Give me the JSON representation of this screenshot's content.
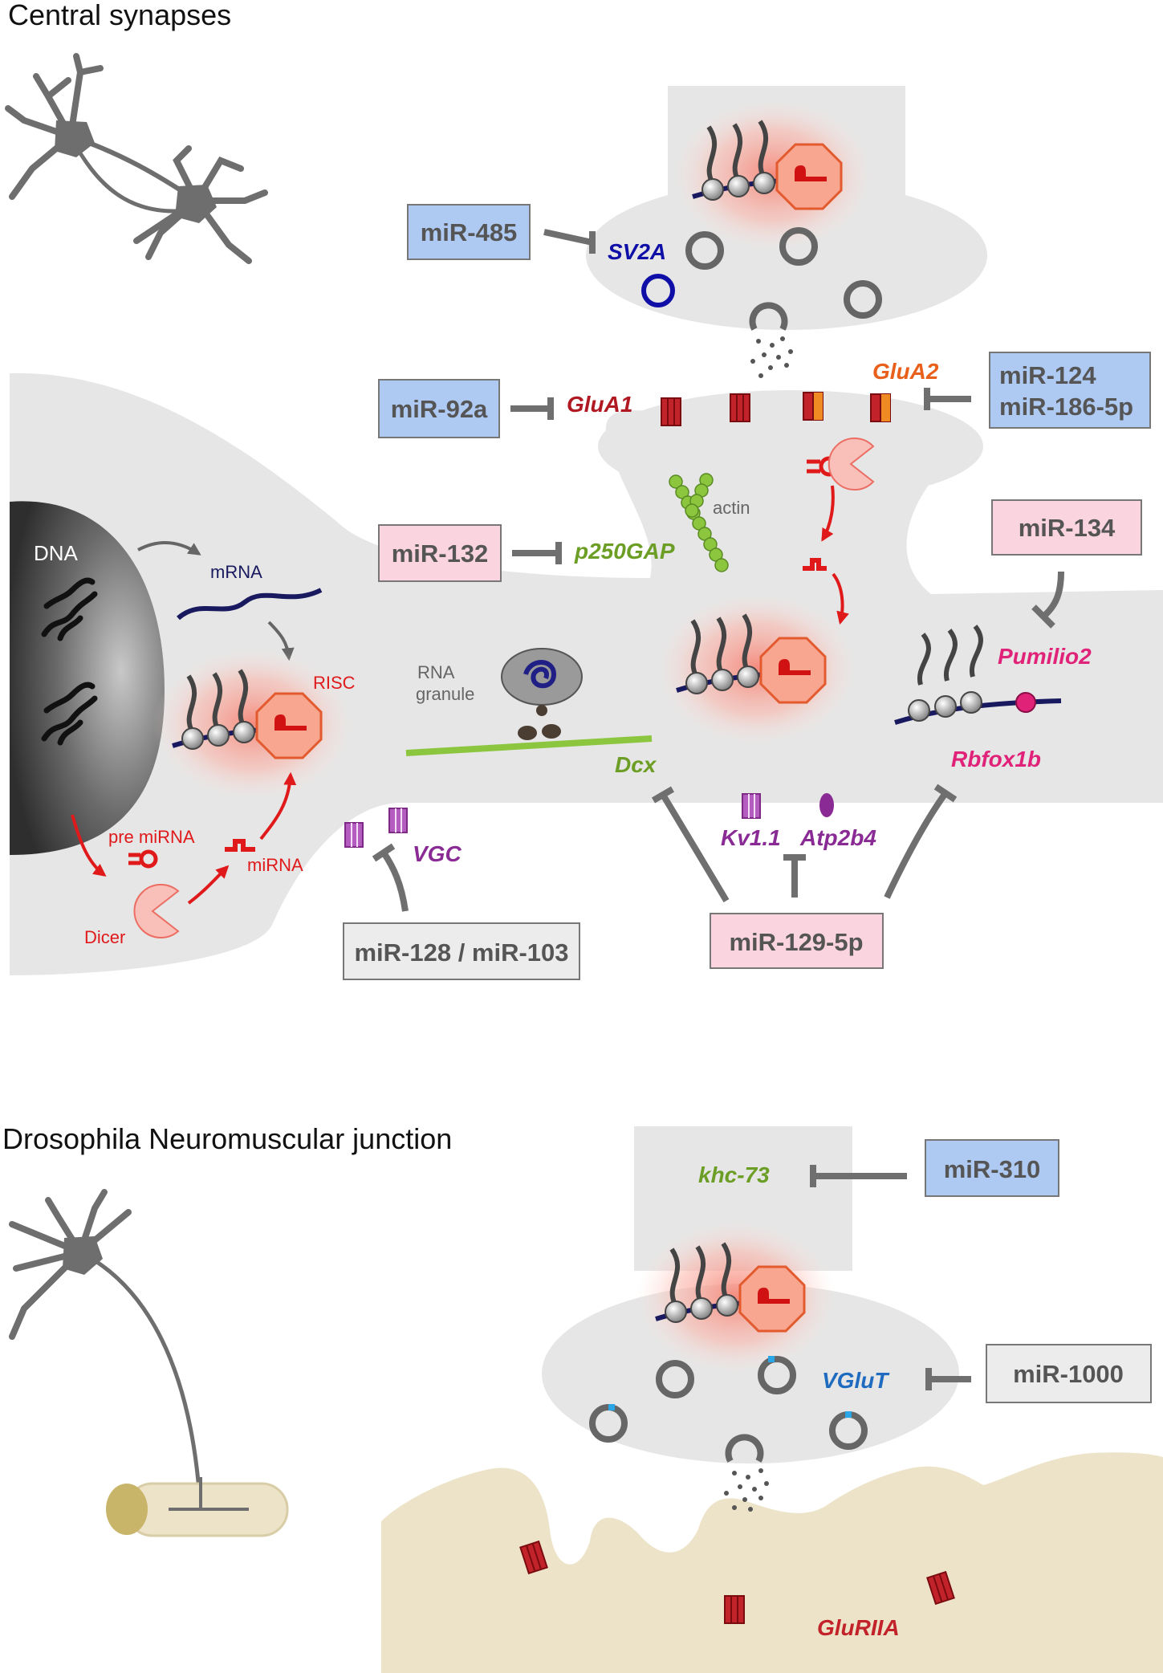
{
  "sections": {
    "central": "Central synapses",
    "nmj": "Drosophila Neuromuscular junction"
  },
  "labels": {
    "dna": "DNA",
    "mrna": "mRNA",
    "risc": "RISC",
    "pre_mirna": "pre miRNA",
    "mirna": "miRNA",
    "dicer": "Dicer",
    "rna_granule_1": "RNA",
    "rna_granule_2": "granule",
    "actin": "actin"
  },
  "genes": {
    "sv2a": "SV2A",
    "glua1": "GluA1",
    "glua2": "GluA2",
    "p250gap": "p250GAP",
    "pumilio2": "Pumilio2",
    "rbfox1b": "Rbfox1b",
    "dcx": "Dcx",
    "kv11": "Kv1.1",
    "atp2b4": "Atp2b4",
    "vgc": "VGC",
    "khc73": "khc-73",
    "vglut": "VGluT",
    "gluriia": "GluRIIA"
  },
  "mirnas": {
    "mir485": "miR-485",
    "mir92a": "miR-92a",
    "mir124": "miR-124",
    "mir186": "miR-186-5p",
    "mir132": "miR-132",
    "mir134": "miR-134",
    "mir128_103": "miR-128 / miR-103",
    "mir129": "miR-129-5p",
    "mir310": "miR-310",
    "mir1000": "miR-1000"
  },
  "colors": {
    "cell": "#e6e6e6",
    "muscle": "#ede3c8",
    "box_blue": "#aec9f2",
    "box_pink": "#fad5e0",
    "box_gray": "#ececec",
    "inhibit": "#6f6f6f",
    "pathway": "#e0191b",
    "mrna": "#18195e",
    "gene_blue": "#0f0fa8",
    "gene_red": "#b01822",
    "gene_orange": "#e8601b",
    "gene_green": "#6c9e25",
    "gene_magenta": "#e02379",
    "gene_purple": "#8a2b95",
    "gene_cyan": "#1f6bc0"
  }
}
